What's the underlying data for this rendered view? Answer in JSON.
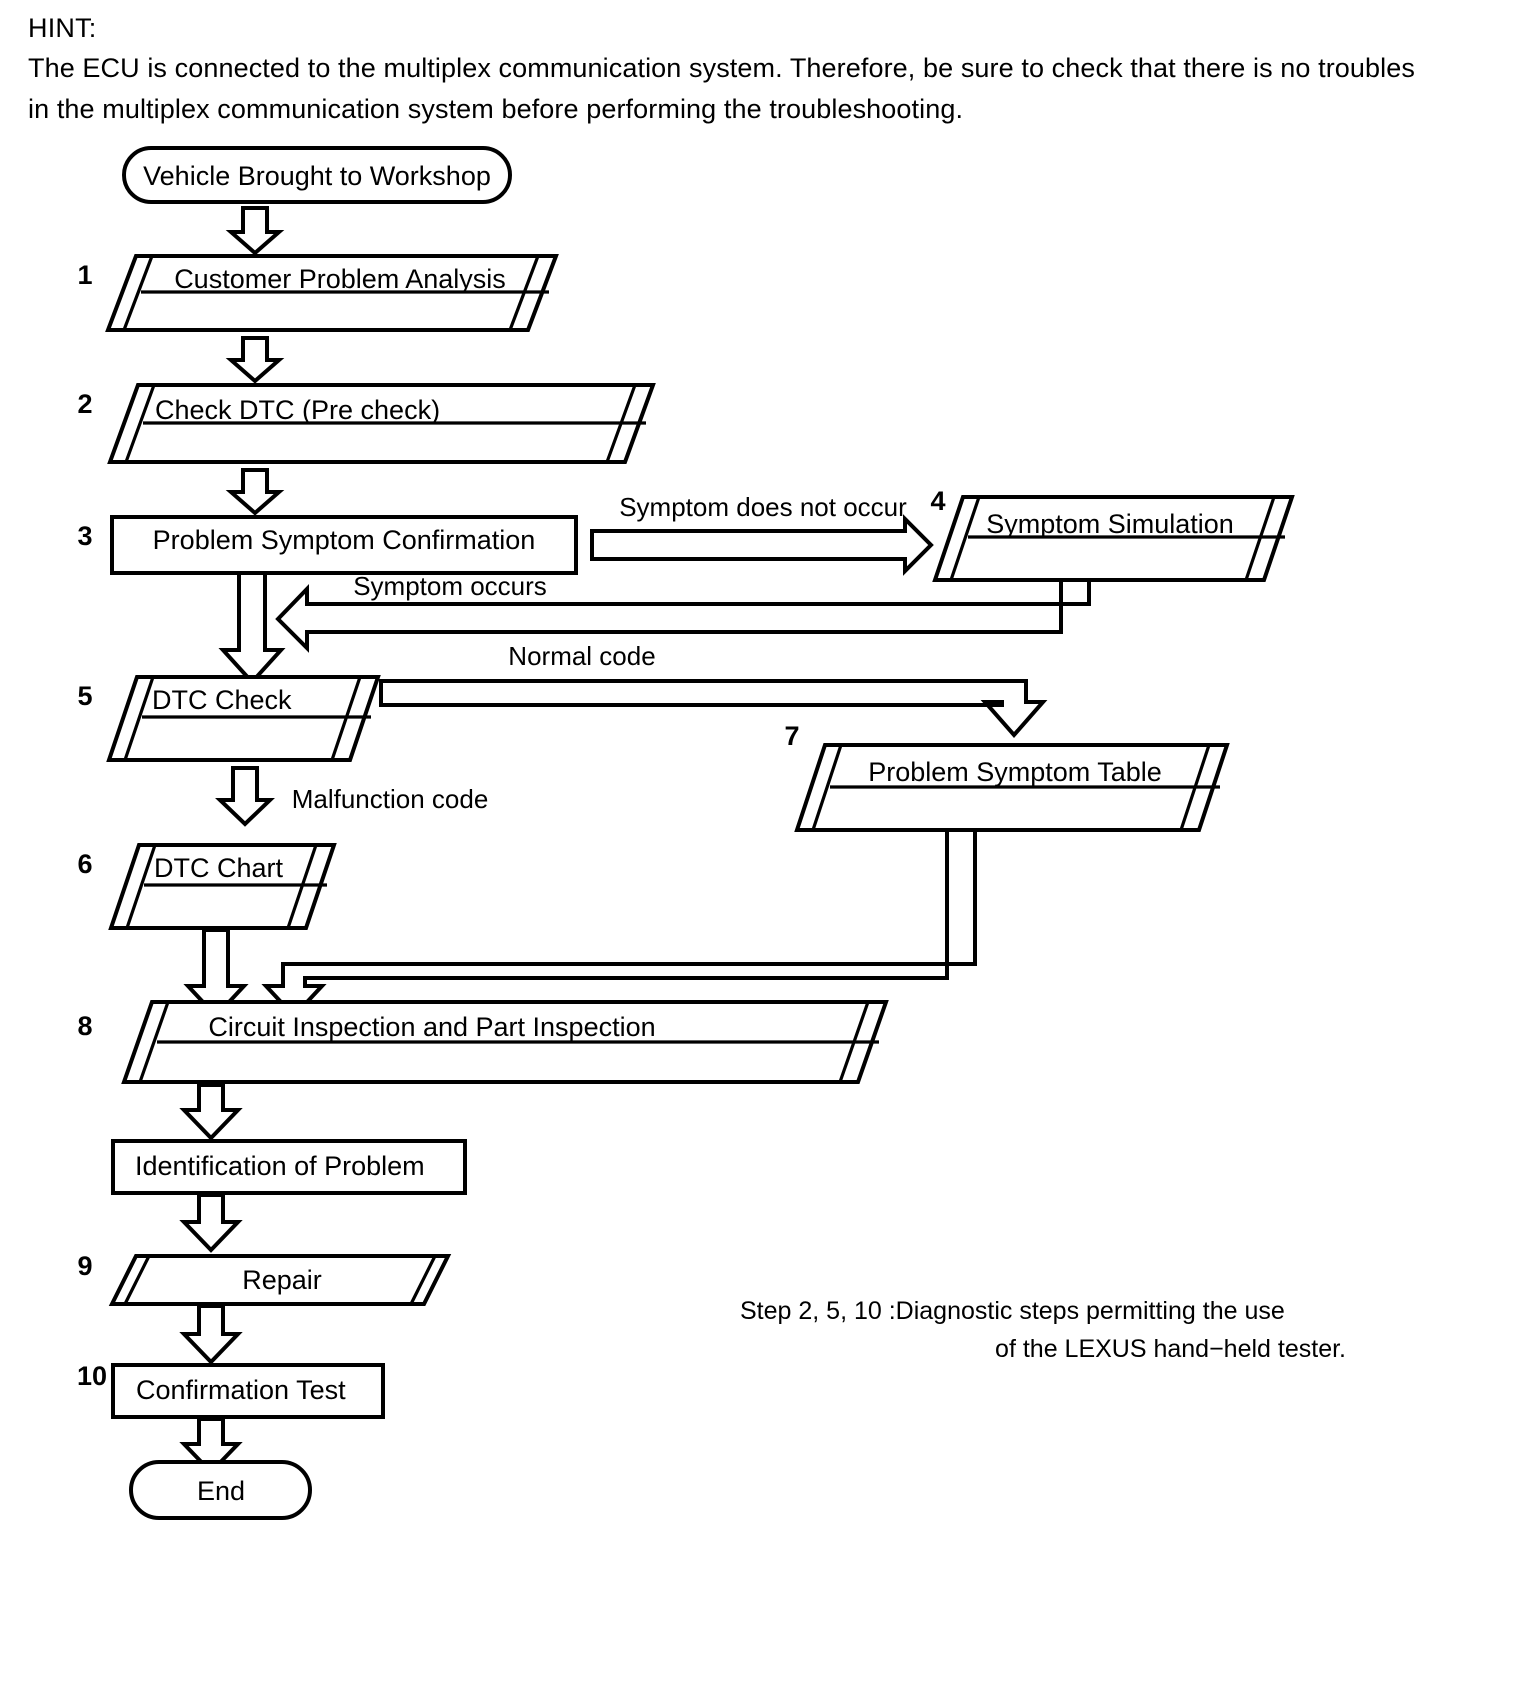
{
  "hint": {
    "label": "HINT:",
    "text": "The ECU is connected to the multiplex communication system. Therefore, be sure to check that there is no troubles in the multiplex communication system before performing the troubleshooting."
  },
  "flowchart": {
    "start_node": "Vehicle Brought to Workshop",
    "end_node": "End",
    "steps": [
      {
        "num": "1",
        "label": "Customer Problem Analysis"
      },
      {
        "num": "2",
        "label": "Check DTC (Pre check)"
      },
      {
        "num": "3",
        "label": "Problem Symptom Confirmation"
      },
      {
        "num": "4",
        "label": "Symptom Simulation"
      },
      {
        "num": "5",
        "label": "DTC Check"
      },
      {
        "num": "6",
        "label": "DTC Chart"
      },
      {
        "num": "7",
        "label": "Problem Symptom Table"
      },
      {
        "num": "8",
        "label": "Circuit Inspection and Part Inspection"
      },
      {
        "num": "",
        "label": "Identification of Problem"
      },
      {
        "num": "9",
        "label": "Repair"
      },
      {
        "num": "10",
        "label": "Confirmation Test"
      }
    ],
    "edge_labels": {
      "symptom_not_occur": "Symptom does not occur",
      "symptom_occurs": "Symptom occurs",
      "normal_code": "Normal code",
      "malfunction_code": "Malfunction code"
    }
  },
  "footnote": {
    "line1": "Step 2, 5, 10 :Diagnostic steps permitting the use",
    "line2": "of the LEXUS hand−held tester."
  },
  "colors": {
    "ink": "#000000",
    "paper": "#ffffff"
  }
}
